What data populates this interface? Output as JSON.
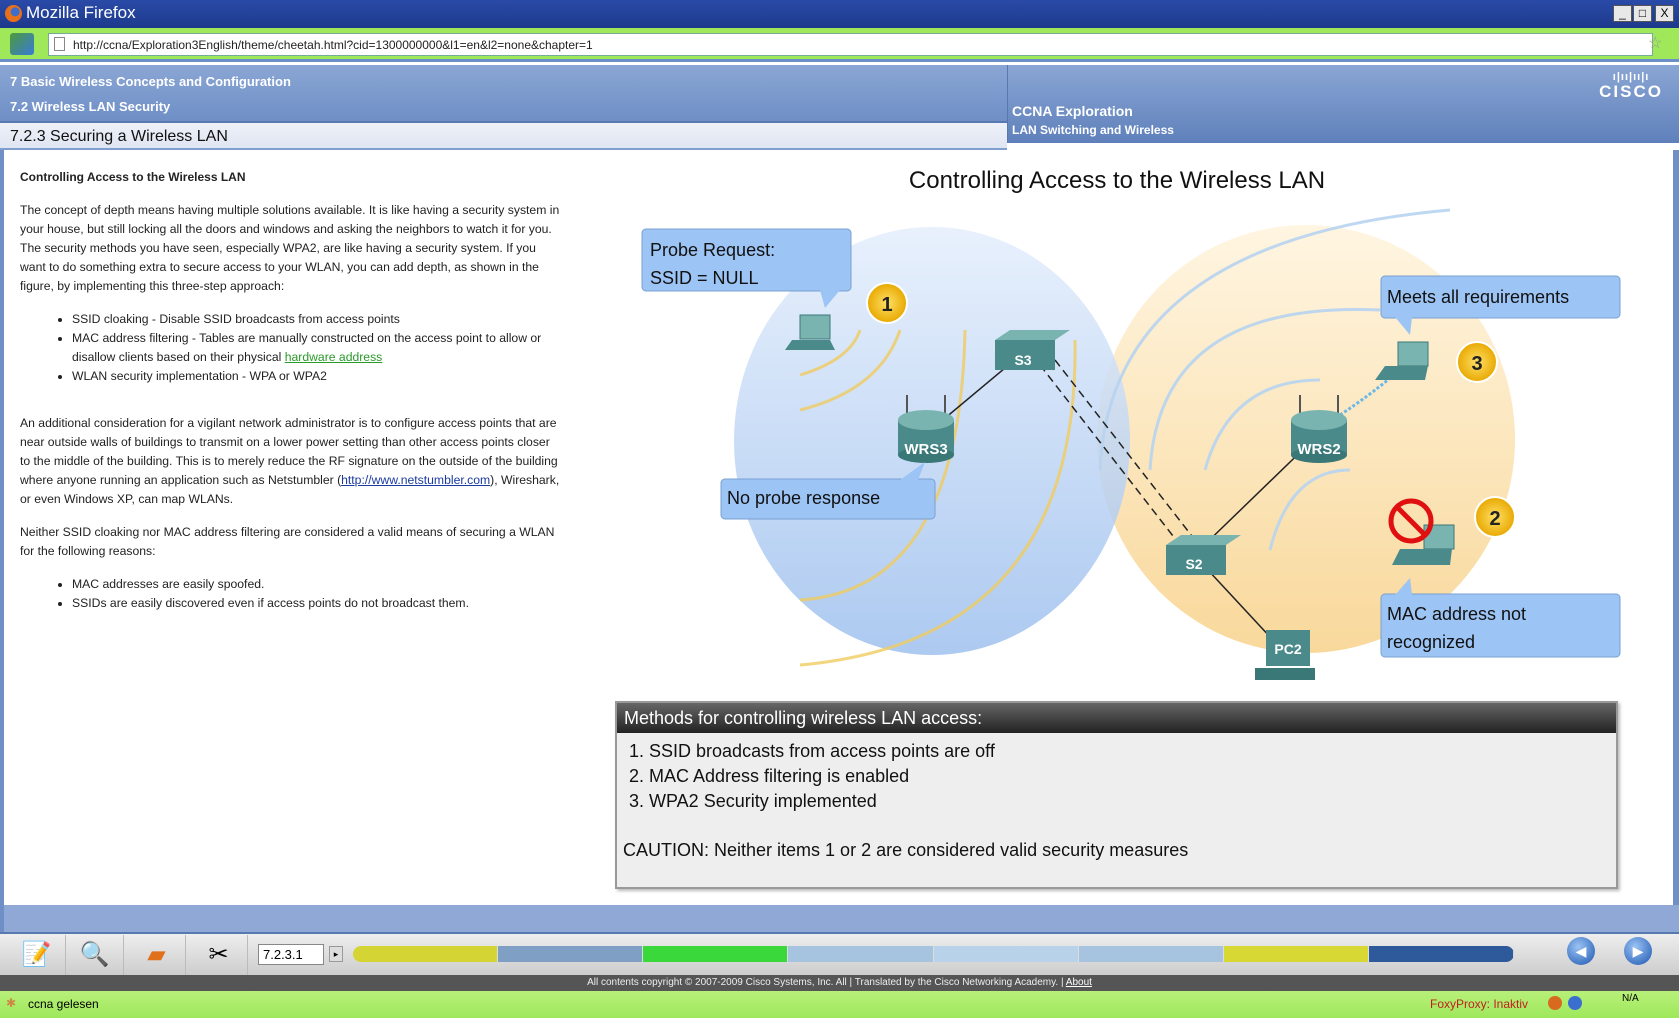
{
  "window": {
    "title": "Mozilla Firefox",
    "minimize": "_",
    "maximize": "□",
    "close": "X"
  },
  "browser": {
    "url": "http://ccna/Exploration3English/theme/cheetah.html?cid=1300000000&l1=en&l2=none&chapter=1",
    "bookmark_star": "☆"
  },
  "header": {
    "chapter": "7 Basic Wireless Concepts and Configuration",
    "section": "7.2 Wireless LAN Security",
    "topic": "7.2.3 Securing a Wireless LAN",
    "course": "CCNA Exploration",
    "course_sub": "LAN Switching and Wireless",
    "logo_text": "CISCO"
  },
  "article": {
    "heading": "Controlling Access to the Wireless LAN",
    "p1": "The concept of depth means having multiple solutions available. It is like having a security system in your house, but still locking all the doors and windows and asking the neighbors to watch it for you. The security methods you have seen, especially WPA2, are like having a security system. If you want to do something extra to secure access to your WLAN, you can add depth, as shown in the figure, by implementing this three-step approach:",
    "bullets1": [
      "SSID cloaking - Disable SSID broadcasts from access points",
      "MAC address filtering - Tables are manually constructed on the access point to allow or disallow clients based on their physical ",
      "WLAN security implementation - WPA or WPA2"
    ],
    "hardware_link": "hardware address",
    "p2": "An additional consideration for a vigilant network administrator is to configure access points that are near outside walls of buildings to transmit on a lower power setting than other access points closer to the middle of the building. This is to merely reduce the RF signature on the outside of the building where anyone running an application such as Netstumbler (",
    "netstumbler_link": "http://www.netstumbler.com",
    "p2_end": "), Wireshark, or even Windows XP, can map WLANs.",
    "p3": "Neither SSID cloaking nor MAC address filtering are considered a valid means of securing a WLAN for the following reasons:",
    "bullets2": [
      "MAC addresses are easily spoofed.",
      "SSIDs are easily discovered even if access points do not broadcast them."
    ]
  },
  "figure": {
    "title": "Controlling Access to the Wireless LAN",
    "callout_probe_1": "Probe Request:",
    "callout_probe_2": "SSID = NULL",
    "callout_noprobe": "No probe response",
    "callout_meets": "Meets all requirements",
    "callout_mac_1": "MAC address not",
    "callout_mac_2": "recognized",
    "badges": [
      "1",
      "2",
      "3"
    ],
    "devices": {
      "s3": "S3",
      "s2": "S2",
      "wrs3": "WRS3",
      "wrs2": "WRS2",
      "pc2": "PC2"
    },
    "methods_title": "Methods for controlling wireless LAN access:",
    "methods": [
      "1. SSID broadcasts from access points are off",
      "2. MAC Address filtering is enabled",
      "3. WPA2 Security implemented"
    ],
    "caution_label": "CAUTION:",
    "caution_text": " Neither items 1 or 2 are considered valid security measures"
  },
  "toolbar": {
    "page": "7.2.3.1",
    "prev": "◀",
    "next": "▶",
    "icons": [
      "notes-icon",
      "search-icon",
      "glossary-book-icon",
      "tools-icon"
    ],
    "progress_colors": [
      "#d4d434",
      "#7f9fc4",
      "#3ad83a",
      "#a6c4e0",
      "#b8d2ea",
      "#a6c4e0",
      "#d8d834",
      "#2e5a9c"
    ]
  },
  "footer": {
    "copyright": "All contents copyright © 2007-2009 Cisco Systems, Inc. All | Translated by the Cisco Networking Academy. | ",
    "about": "About"
  },
  "status": {
    "text": "ccna gelesen",
    "proxy": "FoxyProxy: Inaktiv",
    "na": "N/A"
  }
}
